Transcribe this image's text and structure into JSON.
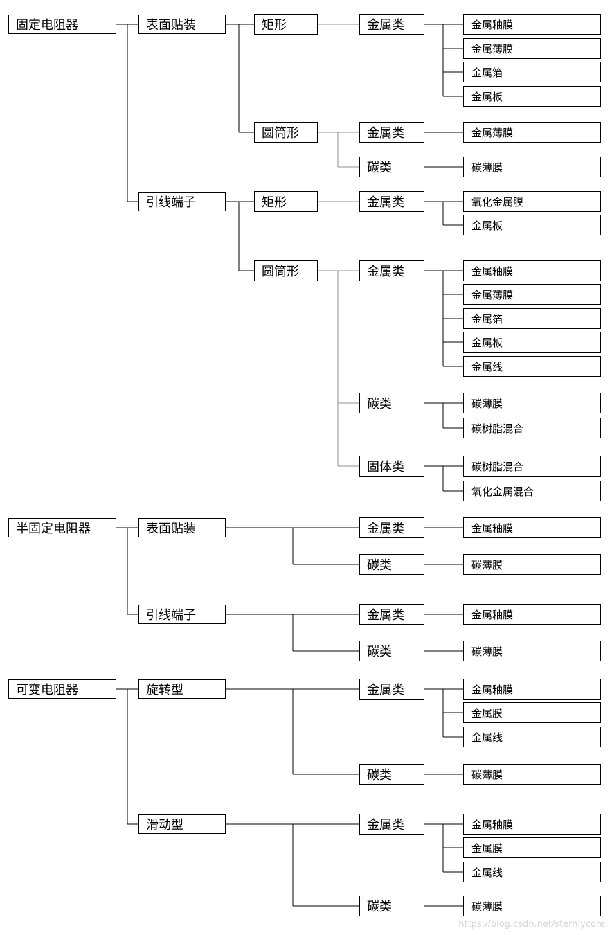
{
  "colors": {
    "line": "#000000",
    "line_light": "#909090",
    "box_border": "#000000",
    "watermark": "#d6d6d6"
  },
  "tree": [
    {
      "label": "固定电阻器",
      "children": [
        {
          "label": "表面贴装",
          "children": [
            {
              "label": "矩形",
              "children": [
                {
                  "label": "金属类",
                  "children": [
                    "金属釉膜",
                    "金属薄膜",
                    "金属箔",
                    "金属板"
                  ]
                }
              ]
            },
            {
              "label": "圆筒形",
              "children": [
                {
                  "label": "金属类",
                  "children": [
                    "金属薄膜"
                  ]
                },
                {
                  "label": "碳类",
                  "children": [
                    "碳薄膜"
                  ]
                }
              ]
            }
          ]
        },
        {
          "label": "引线端子",
          "children": [
            {
              "label": "矩形",
              "children": [
                {
                  "label": "金属类",
                  "children": [
                    "氧化金属膜",
                    "金属板"
                  ]
                }
              ]
            },
            {
              "label": "圆筒形",
              "children": [
                {
                  "label": "金属类",
                  "children": [
                    "金属釉膜",
                    "金属薄膜",
                    "金属箔",
                    "金属板",
                    "金属线"
                  ]
                },
                {
                  "label": "碳类",
                  "children": [
                    "碳薄膜",
                    "碳树脂混合"
                  ]
                },
                {
                  "label": "固体类",
                  "children": [
                    "碳树脂混合",
                    "氧化金属混合"
                  ]
                }
              ]
            }
          ]
        }
      ]
    },
    {
      "label": "半固定电阻器",
      "children": [
        {
          "label": "表面贴装",
          "children": [
            {
              "label": "金属类",
              "children": [
                "金属釉膜"
              ]
            },
            {
              "label": "碳类",
              "children": [
                "碳薄膜"
              ]
            }
          ]
        },
        {
          "label": "引线端子",
          "children": [
            {
              "label": "金属类",
              "children": [
                "金属釉膜"
              ]
            },
            {
              "label": "碳类",
              "children": [
                "碳薄膜"
              ]
            }
          ]
        }
      ]
    },
    {
      "label": "可变电阻器",
      "children": [
        {
          "label": "旋转型",
          "children": [
            {
              "label": "金属类",
              "children": [
                "金属釉膜",
                "金属膜",
                "金属线"
              ]
            },
            {
              "label": "碳类",
              "children": [
                "碳薄膜"
              ]
            }
          ]
        },
        {
          "label": "滑动型",
          "children": [
            {
              "label": "金属类",
              "children": [
                "金属釉膜",
                "金属膜",
                "金属线"
              ]
            },
            {
              "label": "碳类",
              "children": [
                "碳薄膜"
              ]
            }
          ]
        }
      ]
    }
  ],
  "watermark": "https://blog.csdn.net/sternlycore"
}
